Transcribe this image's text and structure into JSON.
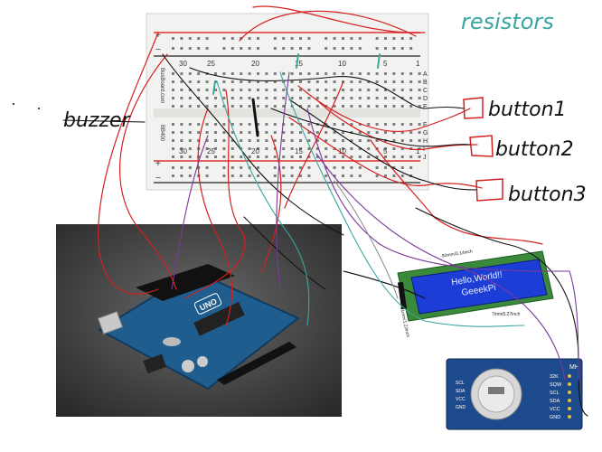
{
  "annotations": {
    "resistors": "resistors",
    "buzzer": "buzzer",
    "button1": "button1",
    "button2": "button2",
    "button3": "button3"
  },
  "breadboard": {
    "brand": "BusBoard.com",
    "model": "BB400",
    "col_numbers": [
      "30",
      "25",
      "20",
      "15",
      "10",
      "5",
      "1"
    ],
    "rows_top": [
      "A",
      "B",
      "C",
      "D",
      "E"
    ],
    "rows_bottom": [
      "F",
      "G",
      "H",
      "I",
      "J"
    ],
    "rail_plus": "+",
    "rail_minus": "−"
  },
  "arduino": {
    "logo": "UNO"
  },
  "lcd": {
    "line1": "Hello,World!!",
    "line2": "GeeekPi",
    "dim_width": "80mm/3.14inch",
    "dim_height": "31mm/1.22inch",
    "dim_depth": "7mm/0.27inch"
  },
  "rtc": {
    "brand": "MH",
    "pins_right": [
      "32K",
      "SQW",
      "SCL",
      "SDA",
      "VCC",
      "GND"
    ],
    "pins_left": [
      "SCL",
      "SDA",
      "VCC",
      "GND"
    ]
  },
  "colors": {
    "red_wire": "#d42020",
    "black_wire": "#111111",
    "teal": "#3aa6a0",
    "purple": "#7a3a9a",
    "board_blue": "#1f5d8f",
    "lcd_blue": "#1d3ed6"
  }
}
